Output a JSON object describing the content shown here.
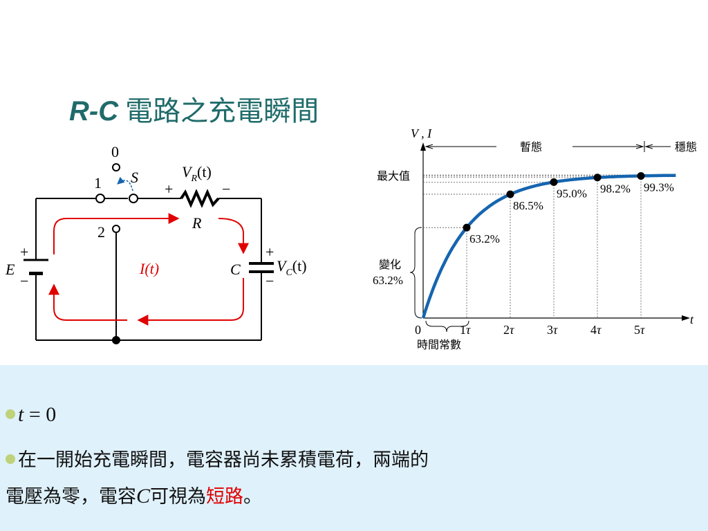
{
  "slide": {
    "title_prefix": "R-C",
    "title_text": "電路之充電瞬間"
  },
  "circuit": {
    "node0": "0",
    "node1": "1",
    "node2": "2",
    "switch_label": "S",
    "vr_label": "V",
    "vr_sub": "R",
    "vr_arg": "(t)",
    "plus": "+",
    "minus": "−",
    "r_label": "R",
    "current_label": "I(t)",
    "c_label": "C",
    "vc_label": "V",
    "vc_sub": "C",
    "vc_arg": "(t)",
    "e_label": "E"
  },
  "chart_data": {
    "type": "line",
    "ylabel": "V , I",
    "xlabel": "t",
    "x_ticks": [
      "0",
      "1τ",
      "2τ",
      "3τ",
      "4τ",
      "5τ"
    ],
    "x": [
      1,
      2,
      3,
      4,
      5
    ],
    "values": [
      63.2,
      86.5,
      95.0,
      98.2,
      99.3
    ],
    "point_labels": [
      "63.2%",
      "86.5%",
      "95.0%",
      "98.2%",
      "99.3%"
    ],
    "max_label": "最大值",
    "change_label_1": "變化",
    "change_label_2": "63.2%",
    "transient_label": "暫態",
    "steady_label": "穩態",
    "time_constant_label": "時間常數",
    "curve_color": "#1565b0"
  },
  "bullets": {
    "b1_var": "t",
    "b1_eq": " = 0",
    "b2_line1": "在一開始充電瞬間，電容器尚未累積電荷，兩端的",
    "b2_line2_a": "電壓為零，電容",
    "b2_line2_var": "C",
    "b2_line2_b": "可視為",
    "b2_line2_red": "短路",
    "b2_line2_end": "。"
  }
}
